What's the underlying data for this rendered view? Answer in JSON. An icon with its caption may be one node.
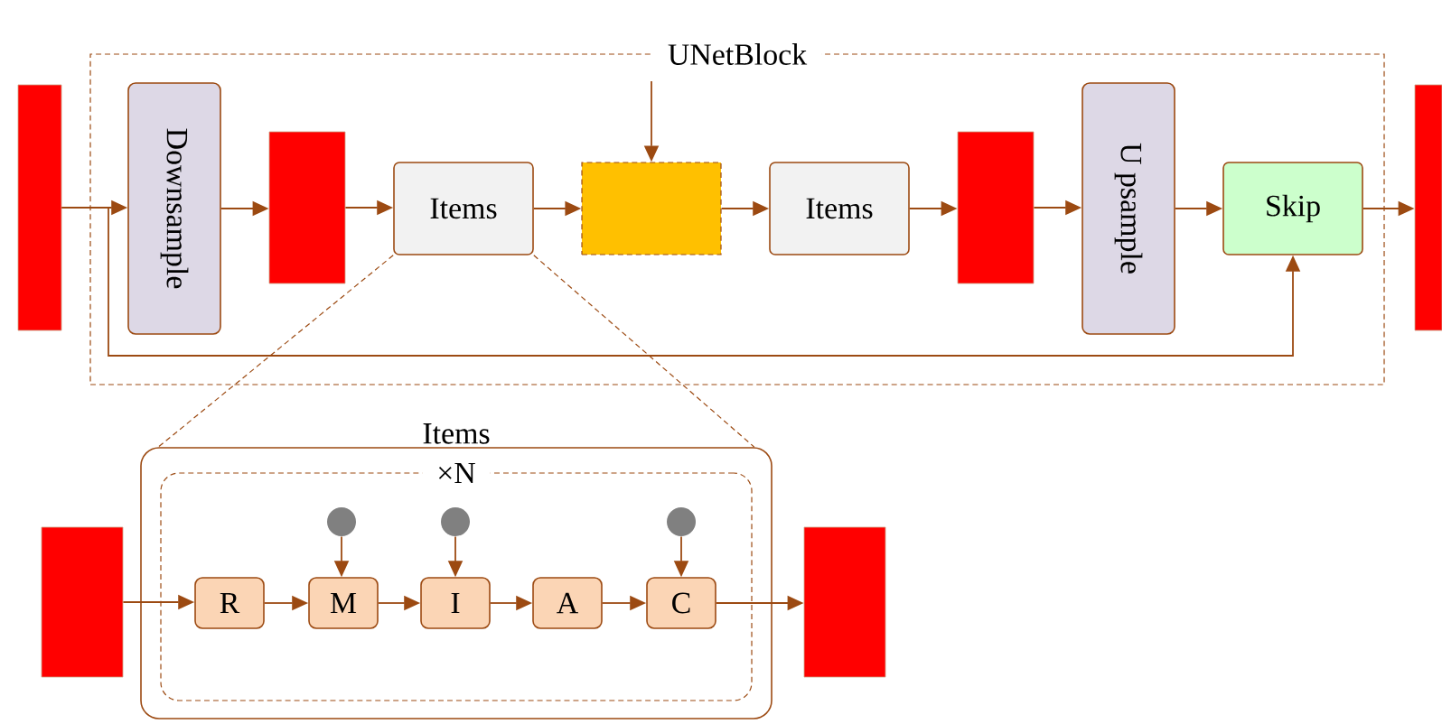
{
  "diagram": {
    "nodes": [
      {
        "text": [
          "UNetBlock"
        ]
      },
      {
        "text": [],
        "shape": "bar"
      },
      {
        "text": [
          "Downsample"
        ],
        "in": 0
      },
      {
        "text": [],
        "shape": "bar",
        "in": 0
      },
      {
        "text": [
          "Items"
        ],
        "in": 0
      },
      {
        "text": [],
        "shape": "box",
        "in": 0
      },
      {
        "text": [
          "Items"
        ],
        "in": 0
      },
      {
        "text": [],
        "shape": "bar",
        "in": 0
      },
      {
        "text": [
          "U psample"
        ],
        "in": 0
      },
      {
        "text": [
          "Skip"
        ],
        "in": 0
      },
      {
        "text": [],
        "shape": "bar"
      },
      {
        "text": [
          "Items"
        ]
      },
      {
        "text": [
          "×N"
        ],
        "in": 11
      },
      {
        "text": [],
        "shape": "bar"
      },
      {
        "text": [
          "R"
        ],
        "in": 12
      },
      {
        "text": [
          "M"
        ],
        "in": 12
      },
      {
        "text": [
          "I"
        ],
        "in": 12
      },
      {
        "text": [
          "A"
        ],
        "in": 12
      },
      {
        "text": [
          "C"
        ],
        "in": 12
      },
      {
        "text": [],
        "shape": "bar"
      },
      {
        "text": [],
        "shape": "circle",
        "in": 12
      },
      {
        "text": [],
        "shape": "circle",
        "in": 12
      },
      {
        "text": [],
        "shape": "circle",
        "in": 12
      }
    ],
    "edges": [
      {
        "from": 1,
        "to": 2,
        "arrow": "to"
      },
      {
        "from": 1,
        "to": 9,
        "arrow": "to"
      },
      {
        "from": 2,
        "to": 3,
        "arrow": "to"
      },
      {
        "from": 3,
        "to": 4,
        "arrow": "to"
      },
      {
        "from": 4,
        "to": 5,
        "arrow": "to"
      },
      {
        "from": null,
        "to": 5,
        "arrow": "to"
      },
      {
        "from": 5,
        "to": 6,
        "arrow": "to"
      },
      {
        "from": 6,
        "to": 7,
        "arrow": "to"
      },
      {
        "from": 7,
        "to": 8,
        "arrow": "to"
      },
      {
        "from": 8,
        "to": 9,
        "arrow": "to"
      },
      {
        "from": 9,
        "to": 10,
        "arrow": "to"
      },
      {
        "from": 4,
        "to": 11,
        "arrow": "none",
        "style": "dashed"
      },
      {
        "from": 4,
        "to": 11,
        "arrow": "none",
        "style": "dashed"
      },
      {
        "from": 13,
        "to": 14,
        "arrow": "to"
      },
      {
        "from": 14,
        "to": 15,
        "arrow": "to"
      },
      {
        "from": 15,
        "to": 16,
        "arrow": "to"
      },
      {
        "from": 16,
        "to": 17,
        "arrow": "to"
      },
      {
        "from": 17,
        "to": 18,
        "arrow": "to"
      },
      {
        "from": 18,
        "to": 19,
        "arrow": "to"
      },
      {
        "from": 20,
        "to": 15,
        "arrow": "to"
      },
      {
        "from": 21,
        "to": 16,
        "arrow": "to"
      },
      {
        "from": 22,
        "to": 18,
        "arrow": "to"
      }
    ]
  }
}
